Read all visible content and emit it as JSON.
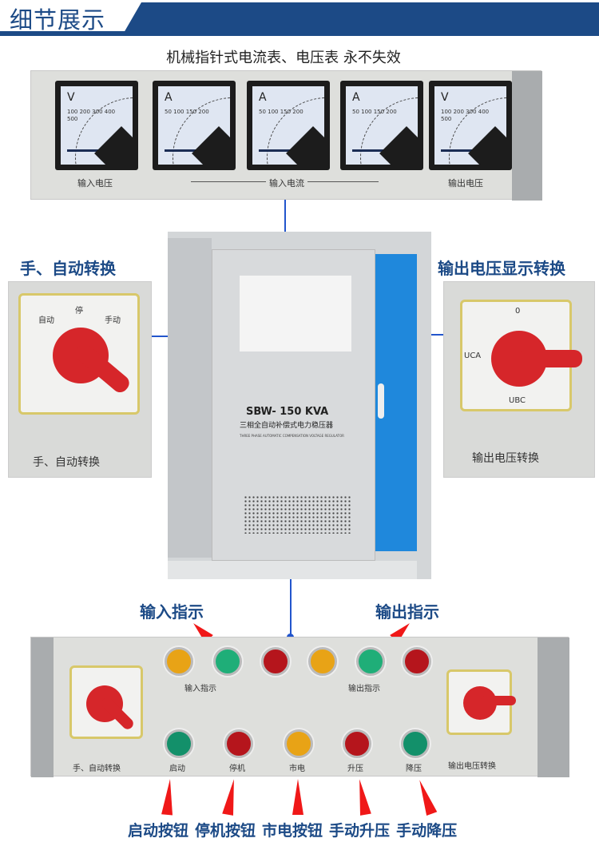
{
  "header": {
    "title": "细节展示"
  },
  "subtitle": "机械指针式电流表、电压表 永不失效",
  "meters": [
    {
      "unit": "V",
      "scale": "100 200 300 400 500"
    },
    {
      "unit": "A",
      "scale": "50 100 150 200"
    },
    {
      "unit": "A",
      "scale": "50 100 150 200"
    },
    {
      "unit": "A",
      "scale": "50 100 150 200"
    },
    {
      "unit": "V",
      "scale": "100 200 300 400 500"
    }
  ],
  "meter_labels": {
    "input_voltage": "输入电压",
    "input_current": "输入电流",
    "output_voltage": "输出电压"
  },
  "left_feature": {
    "title": "手、自动转换",
    "caption": "手、自动转换",
    "marks": [
      "自动",
      "停",
      "手动"
    ]
  },
  "right_feature": {
    "title": "输出电压显示转换",
    "caption": "输出电压转换",
    "marks": [
      "0",
      "UCA",
      "UBC"
    ]
  },
  "cabinet": {
    "model": "SBW- 150 KVA",
    "name": "三相全自动补偿式电力稳压器",
    "name_en": "THREE PHASE AUTOMATIC COMPENSATION VOLTAGE REGULATOR"
  },
  "indicators": {
    "input": "输入指示",
    "output": "输出指示",
    "panel_input": "输入指示",
    "panel_output": "输出指示"
  },
  "panel": {
    "left_switch": "手、自动转换",
    "right_switch": "输出电压转换",
    "buttons": [
      "启动",
      "停机",
      "市电",
      "升压",
      "降压"
    ]
  },
  "bottom_labels": [
    "启动按钮",
    "停机按钮",
    "市电按钮",
    "手动升压",
    "手动降压"
  ],
  "colors": {
    "brand_blue": "#1c4a86",
    "arrow_red": "#f01818"
  }
}
